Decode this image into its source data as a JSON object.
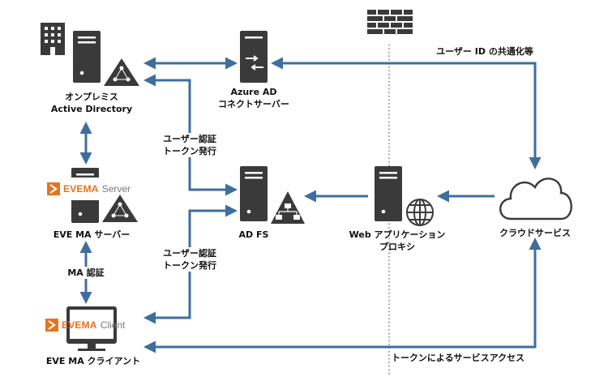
{
  "labels": {
    "onprem_ad": [
      "オンプレミス",
      "Active Directory"
    ],
    "azure_connect": [
      "Azure AD",
      "コネクトサーバー"
    ],
    "ad_fs": "AD FS",
    "web_proxy": [
      "Web アプリケーション",
      "プロキシ"
    ],
    "cloud_service": "クラウドサービス",
    "eve_server": "EVE MA サーバー",
    "eve_client": "EVE MA クライアント"
  },
  "edges": {
    "id_sync": "ユーザー ID の共通化等",
    "token_issue_1": [
      "ユーザー認証",
      "トークン発行"
    ],
    "token_issue_2": [
      "ユーザー認証",
      "トークン発行"
    ],
    "ma_auth": "MA 認証",
    "token_access": "トークンによるサービスアクセス"
  },
  "brands": {
    "server": {
      "name": "EVEMA",
      "suffix": "Server"
    },
    "client": {
      "name": "EVEMA",
      "suffix": "Client"
    }
  },
  "colors": {
    "arrow": "#3f6e9e",
    "icon": "#3a3a3a",
    "brand": "#e8731e",
    "divider": "#555555"
  },
  "icons": [
    "building-icon",
    "server-icon",
    "ad-triangle-icon",
    "sync-server-icon",
    "firewall-icon",
    "hierarchy-triangle-icon",
    "globe-icon",
    "cloud-icon",
    "monitor-icon",
    "brand-mark-icon"
  ]
}
